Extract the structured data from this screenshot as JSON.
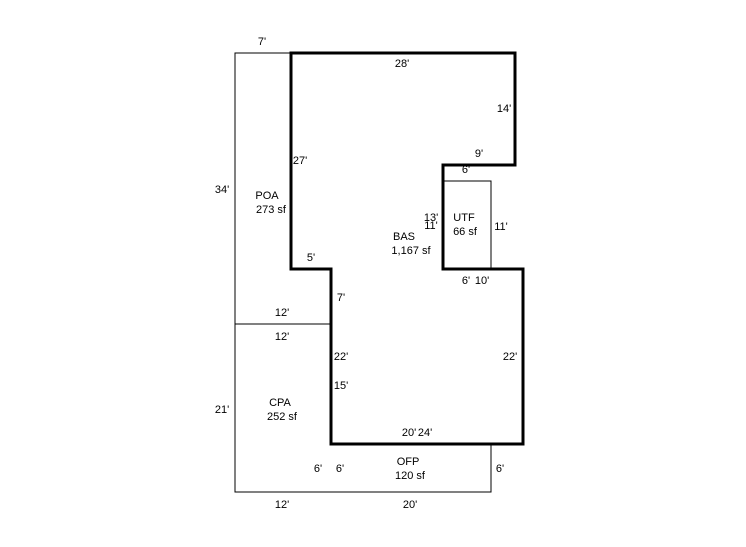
{
  "areas": [
    {
      "code": "BAS",
      "size": "1,167 sf"
    },
    {
      "code": "POA",
      "size": "273 sf"
    },
    {
      "code": "UTF",
      "size": "66 sf"
    },
    {
      "code": "CPA",
      "size": "252 sf"
    },
    {
      "code": "OFP",
      "size": "120 sf"
    }
  ],
  "dimensions": {
    "bas_top": "28'",
    "bas_right_upper": "14'",
    "bas_step": "9'",
    "utf_top": "6'",
    "utf_left_a": "13'",
    "utf_left_b": "11'",
    "utf_right": "11'",
    "utf_bottom": "6'",
    "bas_notch_bottom": "10'",
    "bas_right_lower": "22'",
    "bas_bottom_a": "20'",
    "bas_bottom_b": "24'",
    "bas_left_lower": "15'",
    "bas_left_mid": "22'",
    "bas_left_step": "7'",
    "bas_left_ledge": "5'",
    "bas_left_upper": "27'",
    "poa_top": "7'",
    "poa_left": "34'",
    "poa_bottom": "12'",
    "cpa_top": "12'",
    "cpa_left": "21'",
    "cpa_bottom": "12'",
    "cpa_right": "6'",
    "ofp_left": "6'",
    "ofp_right": "6'",
    "ofp_bottom": "20'"
  }
}
